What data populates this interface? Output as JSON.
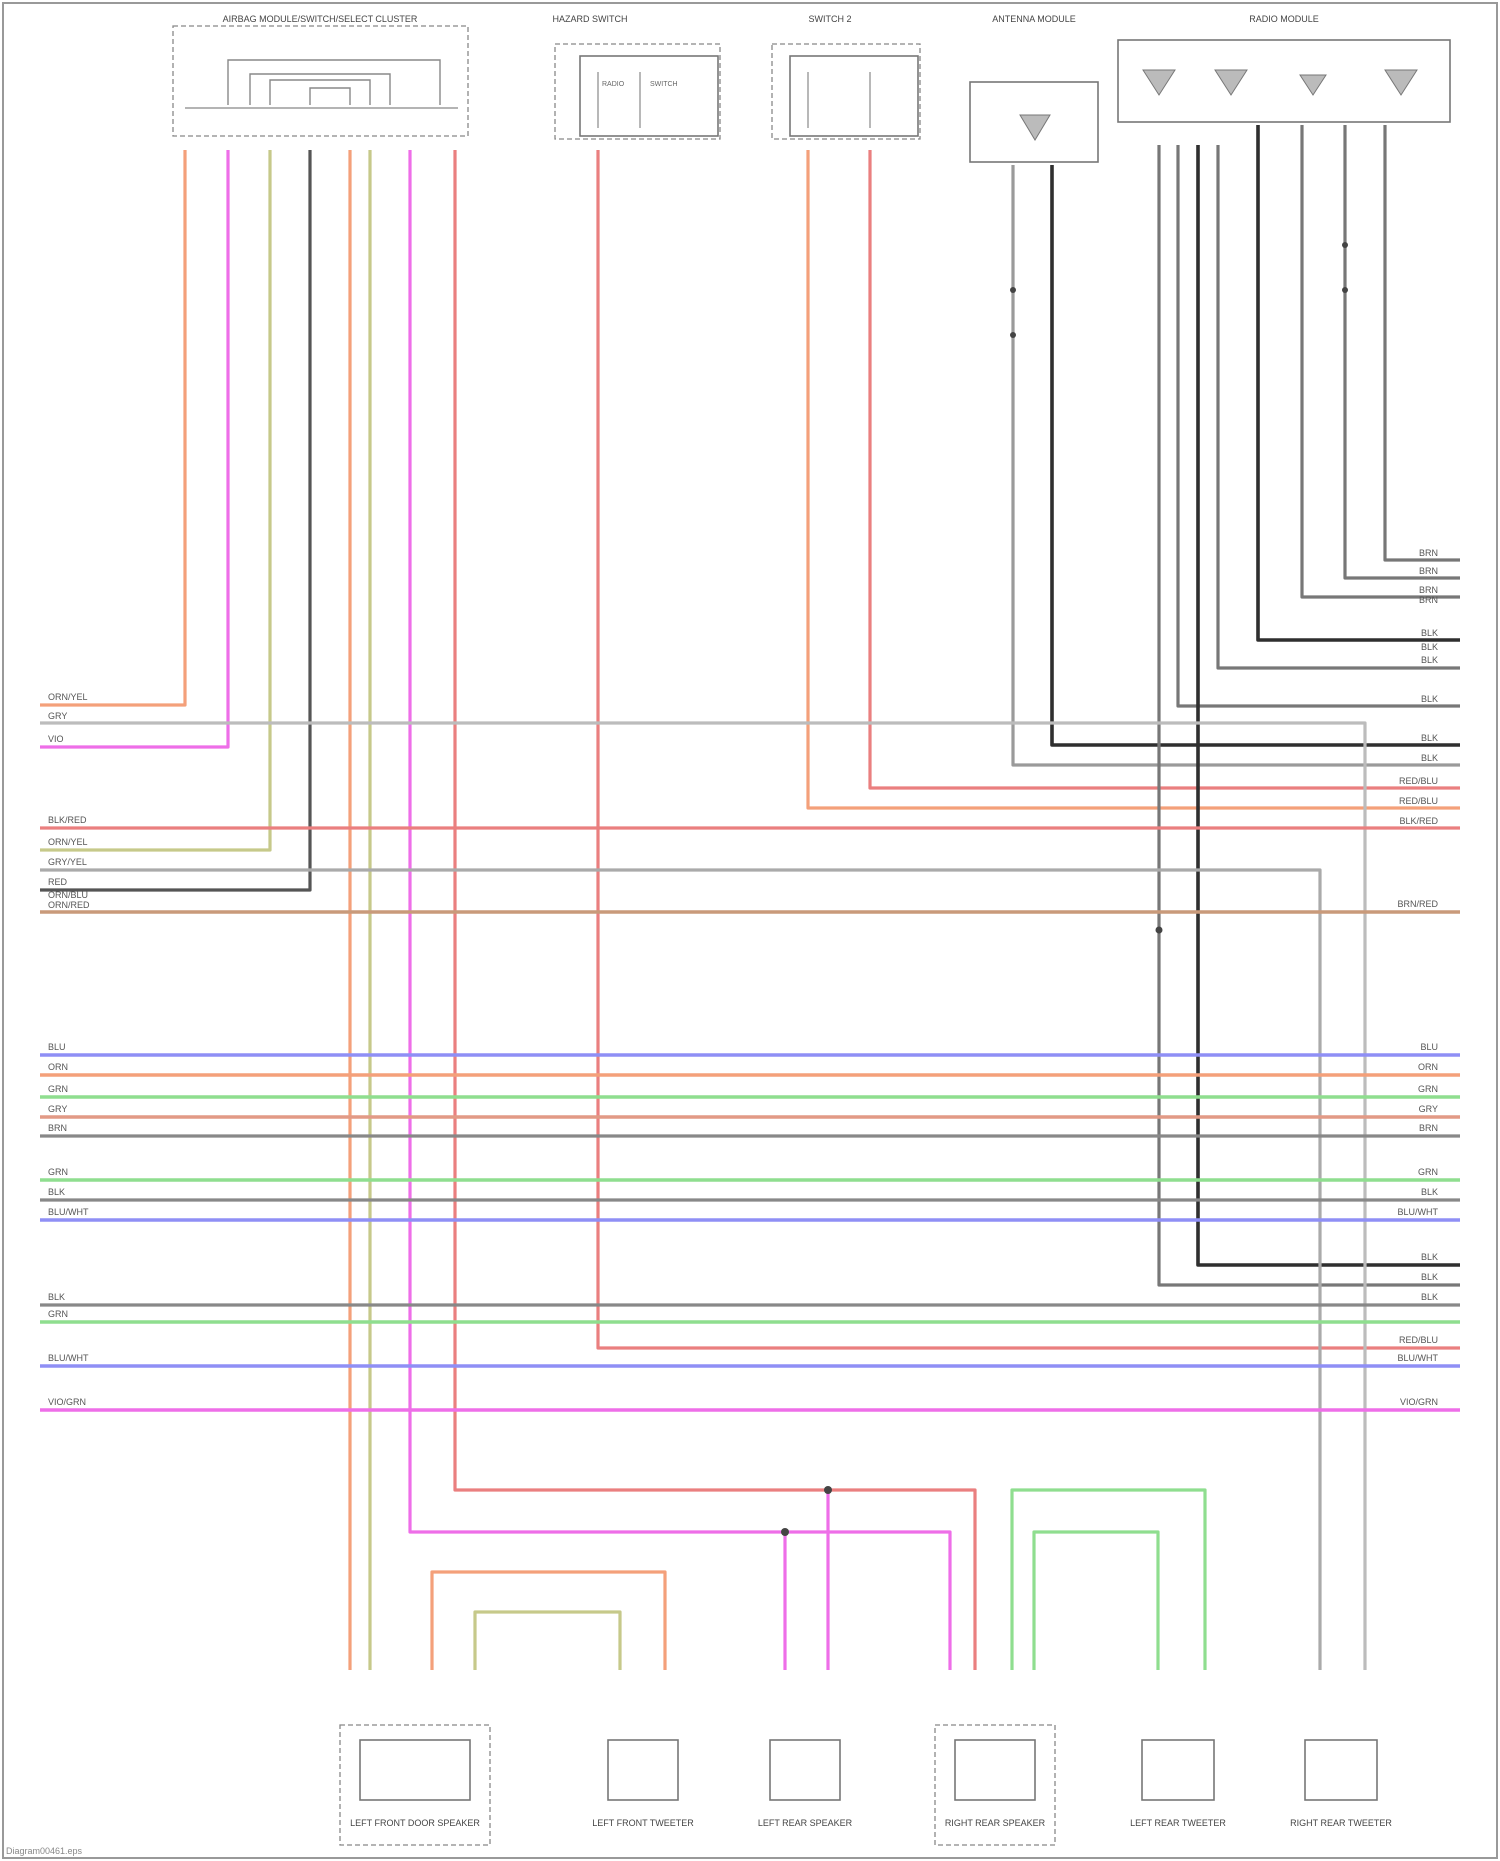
{
  "components": {
    "top_combo_switch": "AIRBAG MODULE/SWITCH/SELECT CLUSTER",
    "hazard_switch": "HAZARD SWITCH",
    "switch_2": "SWITCH 2",
    "antenna_module": "ANTENNA MODULE",
    "radio_module": "RADIO MODULE",
    "left_front_door_speaker": "LEFT FRONT DOOR SPEAKER",
    "left_front_tweeter": "LEFT FRONT TWEETER",
    "left_rear_speaker": "LEFT REAR SPEAKER",
    "right_rear_speaker": "RIGHT REAR SPEAKER",
    "left_rear_tweeter": "LEFT REAR TWEETER",
    "right_rear_tweeter": "RIGHT REAR TWEETER"
  },
  "wire_labels": {
    "left_group_1": [
      "ORN/YEL",
      "GRY",
      "VIO"
    ],
    "left_group_2": [
      "BLK/RED",
      "ORN/YEL",
      "GRY/YEL",
      "RED",
      "ORN/BLU",
      "ORN/RED"
    ],
    "left_group_3": [
      "BLU",
      "ORN",
      "GRN",
      "GRY",
      "BRN",
      "BLK"
    ],
    "left_group_4": [
      "GRN",
      "BLK",
      "BLU/WHT",
      "BLU/WHT"
    ],
    "left_group_5": [
      "BLK",
      "GRN",
      "BLU/WHT"
    ],
    "left_group_6": [
      "VIO/GRN"
    ],
    "right_group_1": [
      "BRN",
      "BRN",
      "BRN",
      "BRN"
    ],
    "right_group_2": [
      "BLK",
      "BLK",
      "BLK"
    ],
    "right_group_3": [
      "BLK"
    ],
    "right_group_4": [
      "BLK",
      "BLK",
      "RED/BLU",
      "RED/BLU",
      "BLK/RED"
    ],
    "right_group_5": [
      "BRN/RED"
    ],
    "right_group_6": [
      "BLU",
      "ORN",
      "GRN",
      "GRY",
      "BRN"
    ],
    "right_group_7": [
      "GRN",
      "BLK",
      "BLU/WHT"
    ],
    "right_group_8": [
      "BLK",
      "BLK",
      "BLK",
      "RED/BLU",
      "BLU/WHT"
    ],
    "right_group_9": [
      "VIO/GRN"
    ]
  },
  "colors": {
    "orange": "#f4a07a",
    "magenta": "#ee6ee8",
    "olive": "#c6c98a",
    "dark_gray": "#555555",
    "light_gray": "#9a9a9a",
    "red": "#ea7f7f",
    "blue": "#8f8ff5",
    "green": "#8fde8f",
    "brown": "#c99a7a",
    "black": "#2f2f2f"
  },
  "footer": "Diagram00461.eps"
}
